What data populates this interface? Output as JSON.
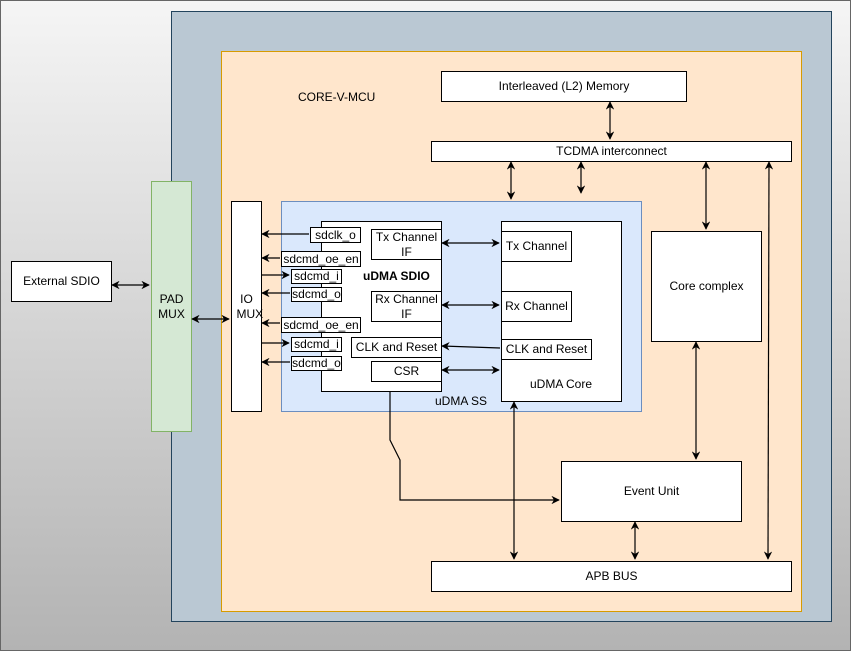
{
  "diagram": {
    "external_sdio": "External SDIO",
    "pad_mux": "PAD MUX",
    "io_mux": "IO MUX",
    "core_v_mcu": "CORE-V-MCU",
    "l2_memory": "Interleaved (L2) Memory",
    "tcdma": "TCDMA interconnect",
    "core_complex": "Core complex",
    "event_unit": "Event Unit",
    "apb_bus": "APB BUS",
    "udma_ss": "uDMA SS",
    "udma_sdio": {
      "title": "uDMA SDIO",
      "tx_if": "Tx Channel IF",
      "rx_if": "Rx Channel IF",
      "clk_reset": "CLK and Reset",
      "csr": "CSR",
      "pins": [
        "sdclk_o",
        "sdcmd_oe_en",
        "sdcmd_i",
        "sdcmd_o",
        "sdcmd_oe_en",
        "sdcmd_i",
        "sdcmd_o"
      ]
    },
    "udma_core": {
      "title": "uDMA Core",
      "tx": "Tx Channel",
      "rx": "Rx Channel",
      "clk_reset": "CLK and Reset"
    }
  },
  "colors": {
    "chip_fill": "#bac8d3",
    "mcu_fill": "#ffe6cc",
    "udma_ss_fill": "#dae8fc",
    "pad_mux_fill": "#d5e8d4"
  }
}
